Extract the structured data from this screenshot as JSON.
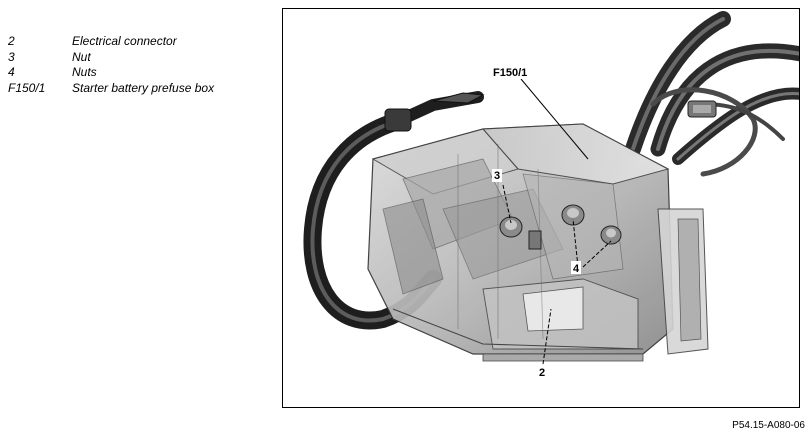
{
  "legend": [
    {
      "code": "2",
      "description": "Electrical connector"
    },
    {
      "code": "3",
      "description": "Nut"
    },
    {
      "code": "4",
      "description": "Nuts"
    },
    {
      "code": "F150/1",
      "description": "Starter battery prefuse box"
    }
  ],
  "callouts": {
    "label_2": "2",
    "label_3": "3",
    "label_4": "4",
    "label_f150": "F150/1"
  },
  "figure_code": "P54.15-A080-06"
}
